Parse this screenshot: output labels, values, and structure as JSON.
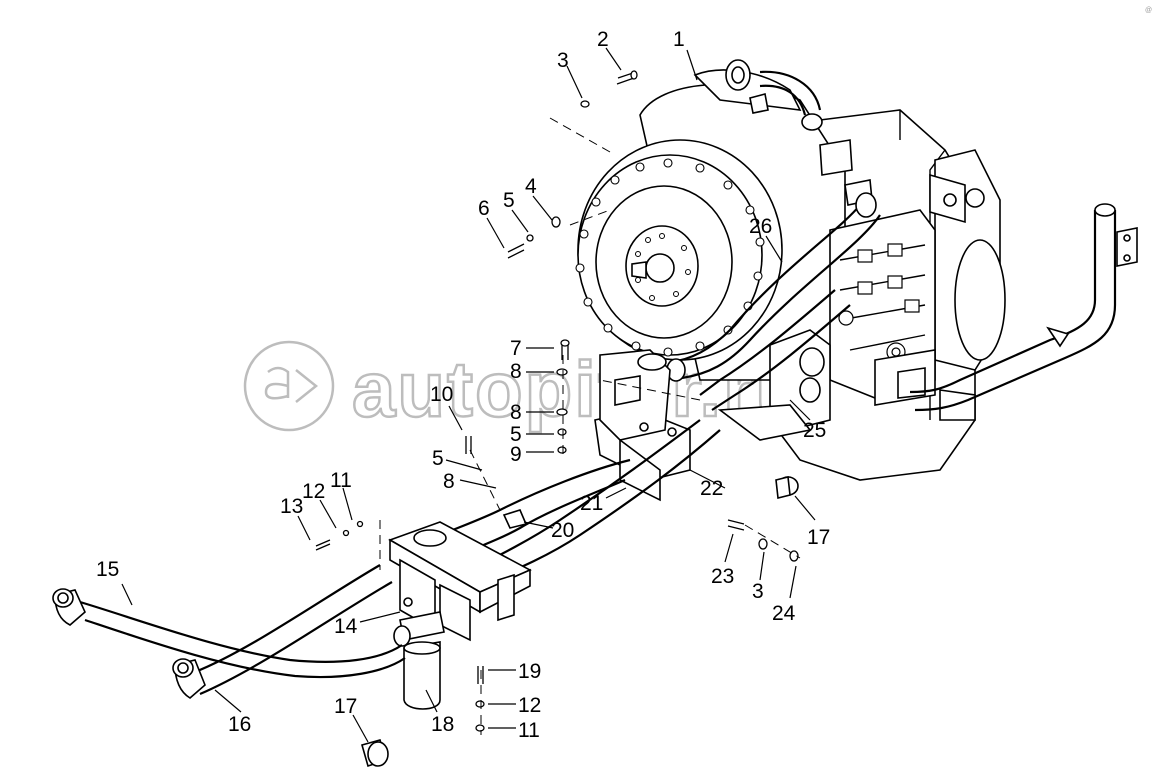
{
  "watermark": "autopiter.ru",
  "corner_mark": "@",
  "callouts": [
    {
      "id": "c1",
      "text": "1"
    },
    {
      "id": "c2",
      "text": "2"
    },
    {
      "id": "c3a",
      "text": "3"
    },
    {
      "id": "c4",
      "text": "4"
    },
    {
      "id": "c5a",
      "text": "5"
    },
    {
      "id": "c6",
      "text": "6"
    },
    {
      "id": "c26",
      "text": "26"
    },
    {
      "id": "c7",
      "text": "7"
    },
    {
      "id": "c8a",
      "text": "8"
    },
    {
      "id": "c10",
      "text": "10"
    },
    {
      "id": "c8b",
      "text": "8"
    },
    {
      "id": "c5b",
      "text": "5"
    },
    {
      "id": "c9",
      "text": "9"
    },
    {
      "id": "c5c",
      "text": "5"
    },
    {
      "id": "c8c",
      "text": "8"
    },
    {
      "id": "c25",
      "text": "25"
    },
    {
      "id": "c22",
      "text": "22"
    },
    {
      "id": "c21",
      "text": "21"
    },
    {
      "id": "c20",
      "text": "20"
    },
    {
      "id": "c13",
      "text": "13"
    },
    {
      "id": "c12a",
      "text": "12"
    },
    {
      "id": "c11a",
      "text": "11"
    },
    {
      "id": "c15",
      "text": "15"
    },
    {
      "id": "c14",
      "text": "14"
    },
    {
      "id": "c16",
      "text": "16"
    },
    {
      "id": "c17a",
      "text": "17"
    },
    {
      "id": "c18",
      "text": "18"
    },
    {
      "id": "c19",
      "text": "19"
    },
    {
      "id": "c12b",
      "text": "12"
    },
    {
      "id": "c11b",
      "text": "11"
    },
    {
      "id": "c17b",
      "text": "17"
    },
    {
      "id": "c23",
      "text": "23"
    },
    {
      "id": "c3b",
      "text": "3"
    },
    {
      "id": "c24",
      "text": "24"
    }
  ]
}
